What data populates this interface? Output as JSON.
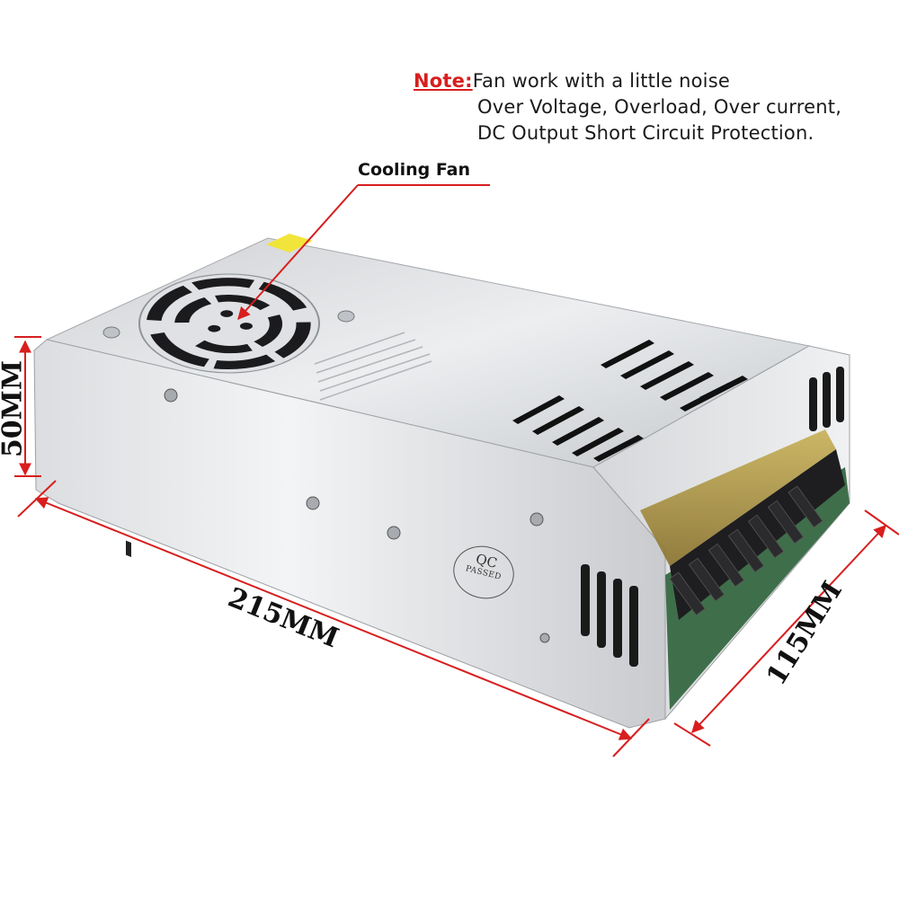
{
  "note": {
    "heading": "Note:",
    "lines": [
      "Fan work with a little noise",
      "Over Voltage, Overload, Over current,",
      "DC Output Short Circuit Protection."
    ]
  },
  "callout": {
    "label": "Cooling Fan"
  },
  "dimensions": {
    "height": "50MM",
    "length": "215MM",
    "width": "115MM"
  },
  "stamp": {
    "top": "QC",
    "bottom": "PASSED"
  },
  "colors": {
    "accent": "#d81e1e",
    "metal_light": "#e9eaec",
    "metal_dark": "#b9bcc1",
    "terminal_gold": "#a9923c",
    "pcb_green": "#3f6f4a"
  }
}
